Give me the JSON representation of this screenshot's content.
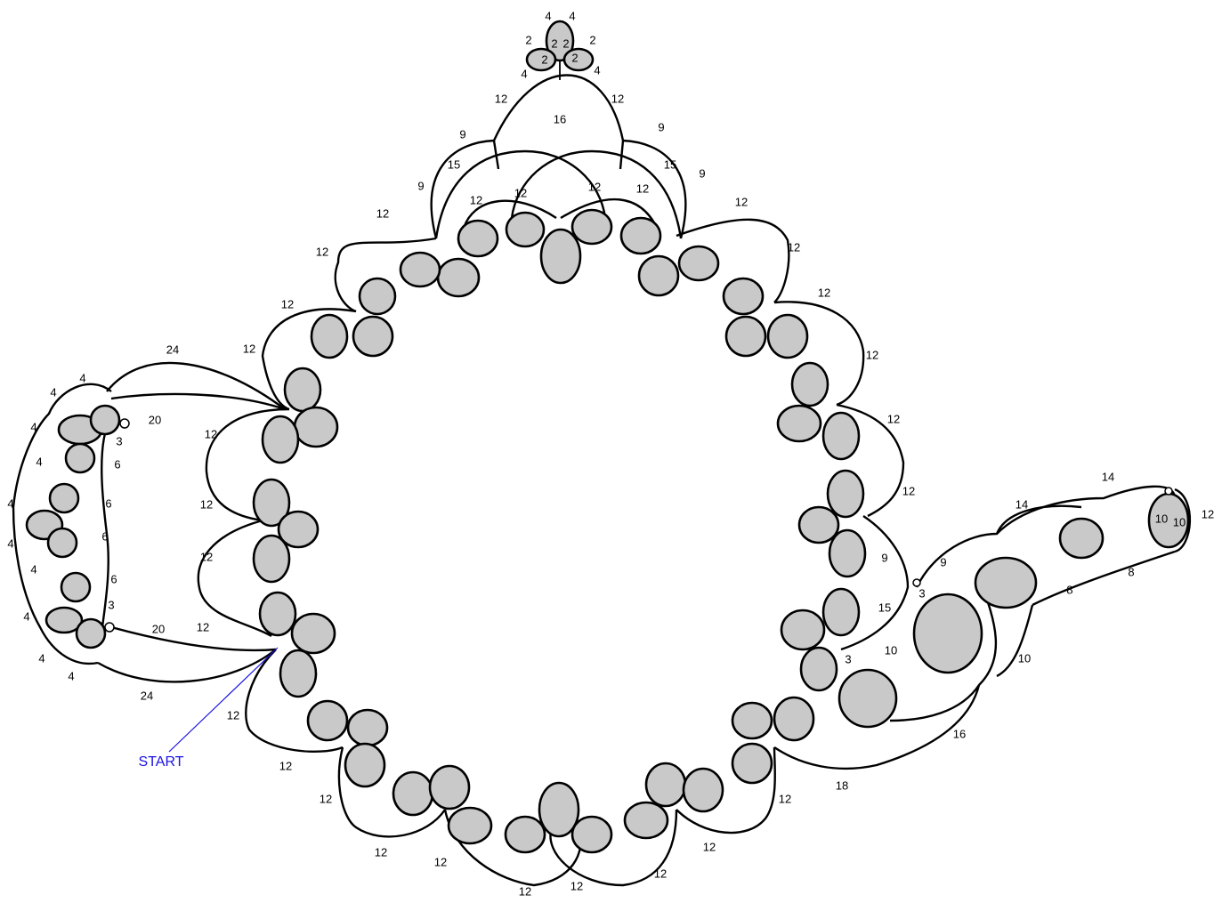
{
  "start_label": "START",
  "colors": {
    "line": "#000000",
    "ring_fill": "#c9c9c9",
    "start": "#1a12e0",
    "background": "#ffffff"
  },
  "labels": {
    "top_ring_a": "4",
    "top_ring_b": "4",
    "top_ring_c": "2",
    "top_ring_d": "2",
    "top_ring_e": "2",
    "top_ring_f": "2",
    "top_ring_g": "2",
    "top_ring_h": "2",
    "top_ring_i": "4",
    "top_ring_j": "4",
    "top_chain_l": "12",
    "top_chain_r": "12",
    "top_chain_mid": "16",
    "top_9_l": "9",
    "top_15_l": "15",
    "top_9_l2": "9",
    "top_9_r": "9",
    "top_15_r": "15",
    "top_9_r2": "9",
    "top_12_a": "12",
    "top_12_b": "12",
    "top_12_c": "12",
    "top_12_d": "12",
    "left_24_top": "24",
    "left_24_bot": "24",
    "left_20_top": "20",
    "left_20_bot": "20",
    "left_12_a": "12",
    "left_12_b": "12",
    "left_12_c": "12",
    "left_12_d": "12",
    "ul_12_a": "12",
    "ul_12_b": "12",
    "ul_12_c": "12",
    "bl_12_a": "12",
    "bl_12_b": "12",
    "bl_12_c": "12",
    "bl_12_d": "12",
    "b_12_a": "12",
    "b_12_b": "12",
    "b_12_c": "12",
    "b_12_d": "12",
    "b_12_e": "12",
    "r_12_a": "12",
    "r_12_b": "12",
    "r_12_c": "12",
    "r_12_d": "12",
    "r_12_e": "12",
    "r_12_f": "12",
    "r_9": "9",
    "r_15": "15",
    "r_3": "3",
    "spout_14_a": "14",
    "spout_14_b": "14",
    "spout_12": "12",
    "spout_8_a": "8",
    "spout_8_b": "8",
    "spout_9": "9",
    "spout_10_a": "10",
    "spout_10_b": "10",
    "spout_16": "16",
    "spout_18": "18",
    "spout_ring_10_a": "10",
    "spout_ring_10_b": "10",
    "handle_4_a": "4",
    "handle_4_b": "4",
    "handle_4_c": "4",
    "handle_4_d": "4",
    "handle_4_e": "4",
    "handle_4_f": "4",
    "handle_4_g": "4",
    "handle_4_h": "4",
    "handle_4_i": "4",
    "handle_4_j": "4",
    "handle_6_a": "6",
    "handle_6_b": "6",
    "handle_6_c": "6",
    "handle_6_d": "6",
    "handle_3_a": "3",
    "handle_3_b": "3",
    "handle_3_c": "3"
  }
}
